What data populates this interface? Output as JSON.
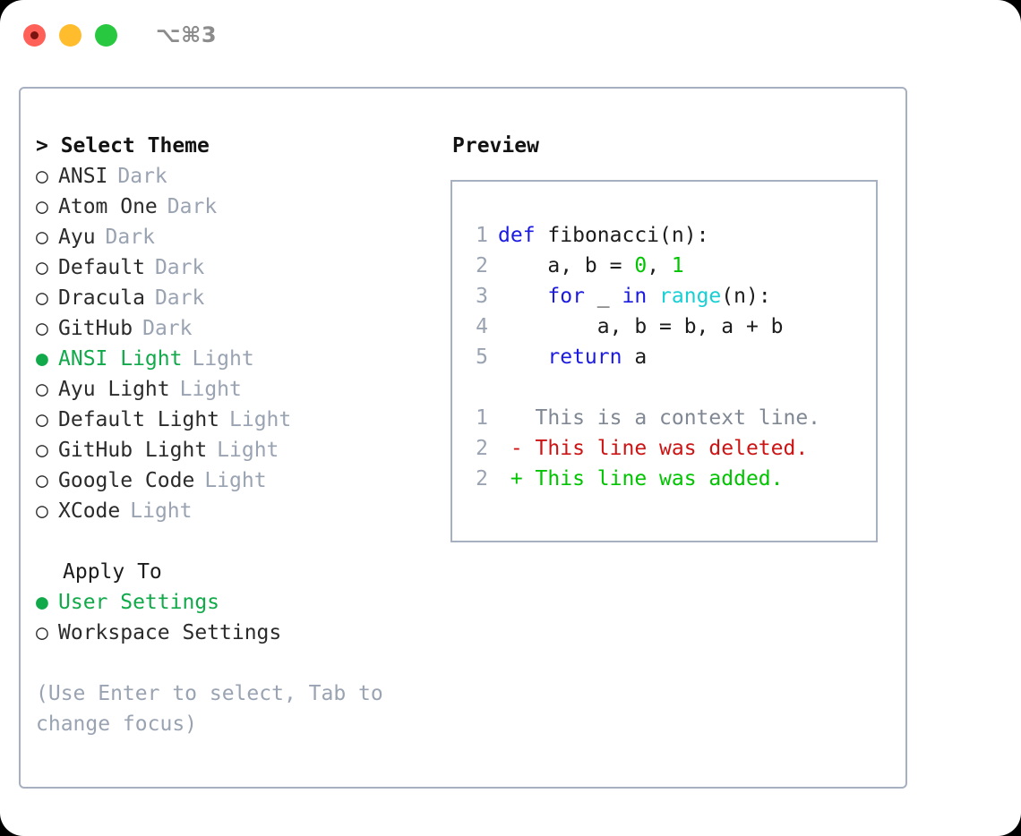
{
  "titlebar": {
    "shortcut": "⌥⌘3",
    "buttons": [
      {
        "name": "close",
        "color": "#ff6159"
      },
      {
        "name": "minimize",
        "color": "#ffbd2e"
      },
      {
        "name": "zoom",
        "color": "#28c840"
      }
    ]
  },
  "colors": {
    "border": "#a7b0c0",
    "muted": "#9aa3b2",
    "selected_green": "#11a94a",
    "keyword_blue": "#1a1ae0",
    "builtin_cyan": "#18cfd4",
    "number_green": "#00c400",
    "diff_add_green": "#00c400",
    "diff_del_red": "#cc1414",
    "diff_ctx_gray": "#808893",
    "text": "#1c1c1c"
  },
  "theme_list": {
    "title": "> Select Theme",
    "marker_selected": "●",
    "marker_unselected": "○",
    "items": [
      {
        "name": "ANSI",
        "kind": "Dark",
        "selected": false
      },
      {
        "name": "Atom One",
        "kind": "Dark",
        "selected": false
      },
      {
        "name": "Ayu",
        "kind": "Dark",
        "selected": false
      },
      {
        "name": "Default",
        "kind": "Dark",
        "selected": false
      },
      {
        "name": "Dracula",
        "kind": "Dark",
        "selected": false
      },
      {
        "name": "GitHub",
        "kind": "Dark",
        "selected": false
      },
      {
        "name": "ANSI Light",
        "kind": "Light",
        "selected": true
      },
      {
        "name": "Ayu Light",
        "kind": "Light",
        "selected": false
      },
      {
        "name": "Default Light",
        "kind": "Light",
        "selected": false
      },
      {
        "name": "GitHub Light",
        "kind": "Light",
        "selected": false
      },
      {
        "name": "Google Code",
        "kind": "Light",
        "selected": false
      },
      {
        "name": "XCode",
        "kind": "Light",
        "selected": false
      }
    ]
  },
  "apply_to": {
    "title": "Apply To",
    "items": [
      {
        "name": "User Settings",
        "selected": true
      },
      {
        "name": "Workspace Settings",
        "selected": false
      }
    ]
  },
  "hint": "(Use Enter to select, Tab to change focus)",
  "preview": {
    "title": "Preview",
    "code_lines": [
      {
        "num": "1",
        "tokens": [
          {
            "t": "def",
            "c": "kw"
          },
          {
            "t": " ",
            "c": "plain"
          },
          {
            "t": "fibonacci",
            "c": "fn"
          },
          {
            "t": "(n):",
            "c": "plain"
          }
        ]
      },
      {
        "num": "2",
        "tokens": [
          {
            "t": "    a, b = ",
            "c": "plain"
          },
          {
            "t": "0",
            "c": "num"
          },
          {
            "t": ", ",
            "c": "plain"
          },
          {
            "t": "1",
            "c": "num"
          }
        ]
      },
      {
        "num": "3",
        "tokens": [
          {
            "t": "    ",
            "c": "plain"
          },
          {
            "t": "for",
            "c": "kw"
          },
          {
            "t": " _ ",
            "c": "plain"
          },
          {
            "t": "in",
            "c": "kw"
          },
          {
            "t": " ",
            "c": "plain"
          },
          {
            "t": "range",
            "c": "builtin"
          },
          {
            "t": "(n):",
            "c": "plain"
          }
        ]
      },
      {
        "num": "4",
        "tokens": [
          {
            "t": "        a, b = b, a + b",
            "c": "plain"
          }
        ]
      },
      {
        "num": "5",
        "tokens": [
          {
            "t": "    ",
            "c": "plain"
          },
          {
            "t": "return",
            "c": "kw"
          },
          {
            "t": " a",
            "c": "plain"
          }
        ]
      }
    ],
    "diff_lines": [
      {
        "num": "1",
        "sign": " ",
        "text": "This is a context line.",
        "kind": "ctx"
      },
      {
        "num": "2",
        "sign": "-",
        "text": "This line was deleted.",
        "kind": "del"
      },
      {
        "num": "2",
        "sign": "+",
        "text": "This line was added.",
        "kind": "add"
      }
    ]
  }
}
